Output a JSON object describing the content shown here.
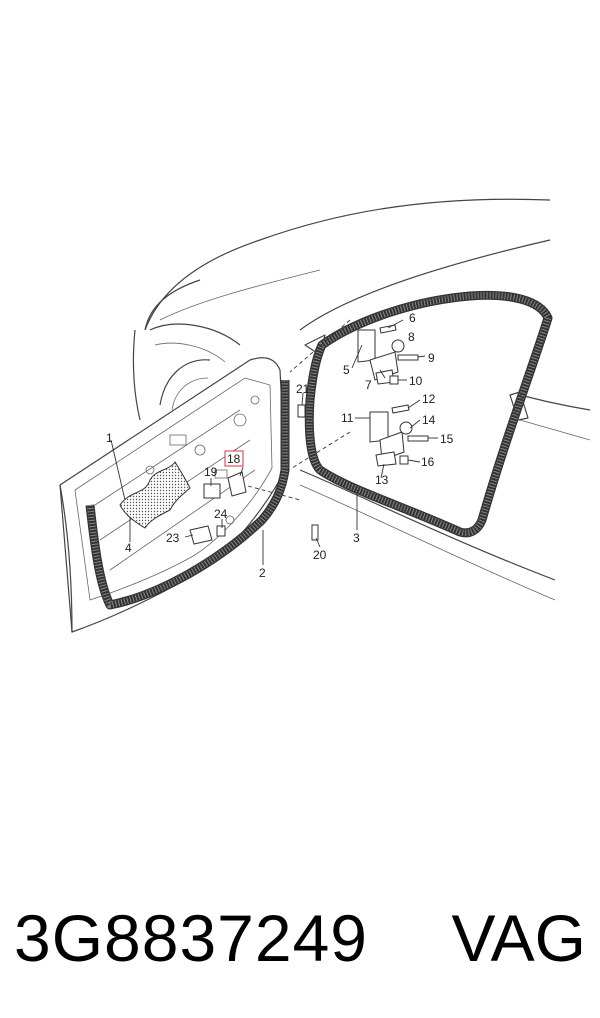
{
  "diagram": {
    "callouts": [
      {
        "id": "1",
        "label": "1"
      },
      {
        "id": "2",
        "label": "2"
      },
      {
        "id": "3",
        "label": "3"
      },
      {
        "id": "4",
        "label": "4"
      },
      {
        "id": "5",
        "label": "5"
      },
      {
        "id": "6",
        "label": "6"
      },
      {
        "id": "7",
        "label": "7"
      },
      {
        "id": "8",
        "label": "8"
      },
      {
        "id": "9",
        "label": "9"
      },
      {
        "id": "10",
        "label": "10"
      },
      {
        "id": "11",
        "label": "11"
      },
      {
        "id": "12",
        "label": "12"
      },
      {
        "id": "13",
        "label": "13"
      },
      {
        "id": "14",
        "label": "14"
      },
      {
        "id": "15",
        "label": "15"
      },
      {
        "id": "16",
        "label": "16"
      },
      {
        "id": "18",
        "label": "18"
      },
      {
        "id": "19",
        "label": "19"
      },
      {
        "id": "20",
        "label": "20"
      },
      {
        "id": "21",
        "label": "21"
      },
      {
        "id": "23",
        "label": "23"
      },
      {
        "id": "24",
        "label": "24"
      }
    ],
    "highlighted_callout": "18",
    "highlight_color": "#e0506a"
  },
  "footer": {
    "part_number": "3G8837249",
    "brand": "VAG"
  }
}
